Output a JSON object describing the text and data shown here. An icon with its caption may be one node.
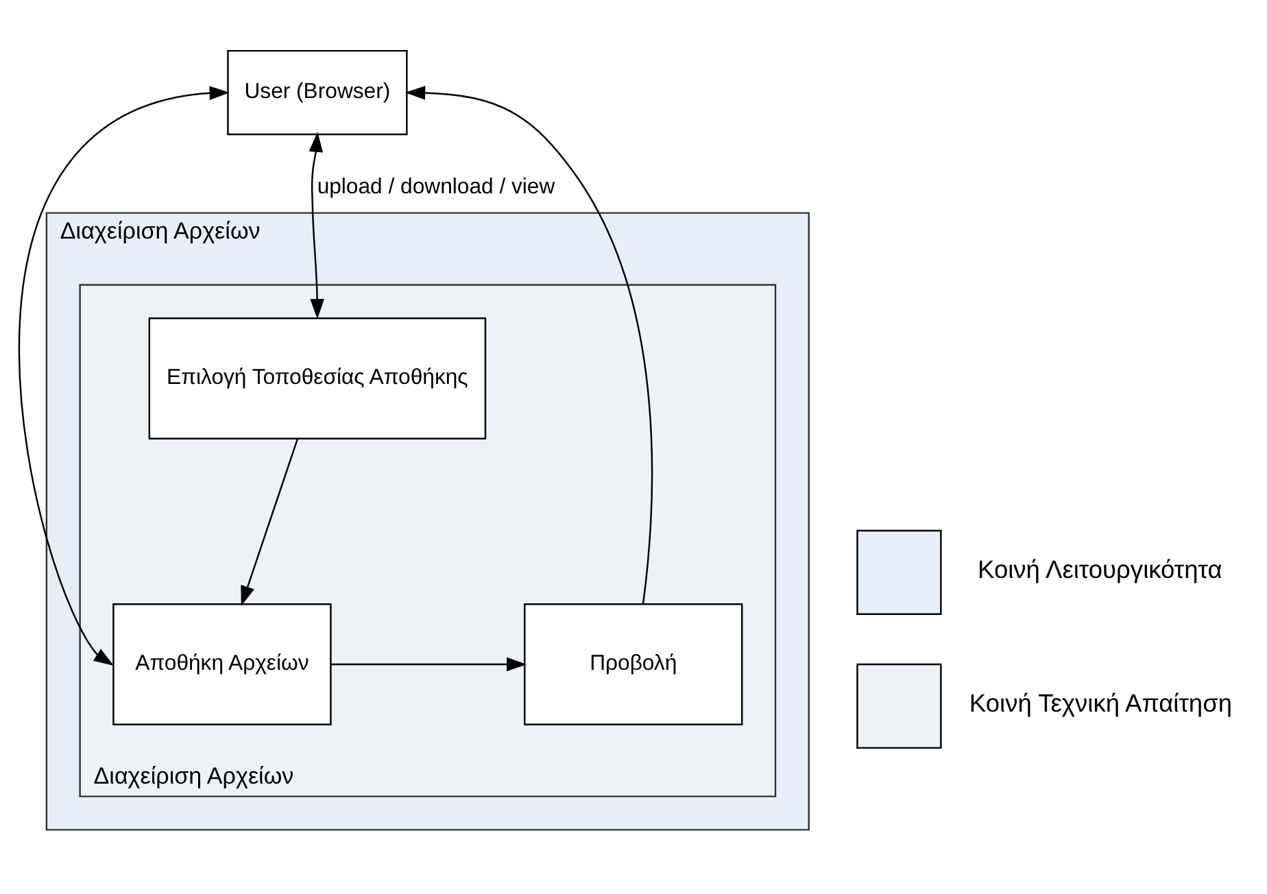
{
  "diagram": {
    "nodes": [
      {
        "text": [
          "User (Browser)"
        ]
      },
      {
        "text": [
          "Διαχείριση Αρχείων"
        ]
      },
      {
        "text": [
          "Διαχείριση Αρχείων"
        ],
        "in": 1
      },
      {
        "text": [
          "Επιλογή Τοποθεσίας Αποθήκης"
        ],
        "in": 2
      },
      {
        "text": [
          "Αποθήκη Αρχείων"
        ],
        "in": 2
      },
      {
        "text": [
          "Προβολή"
        ],
        "in": 2
      }
    ],
    "edges": [
      {
        "from": 0,
        "to": 4,
        "arrow": "both"
      },
      {
        "from": 0,
        "to": 3,
        "arrow": "both",
        "label": "upload / download / view"
      },
      {
        "from": 3,
        "to": 4,
        "arrow": "to"
      },
      {
        "from": 4,
        "to": 5,
        "arrow": "to"
      },
      {
        "from": 5,
        "to": 0,
        "arrow": "to"
      }
    ],
    "legend": [
      {
        "text": "Κοινή Λειτουργικότητα",
        "color": "#e8eef7"
      },
      {
        "text": "Κοινή Τεχνική Απαίτηση"
      }
    ]
  }
}
